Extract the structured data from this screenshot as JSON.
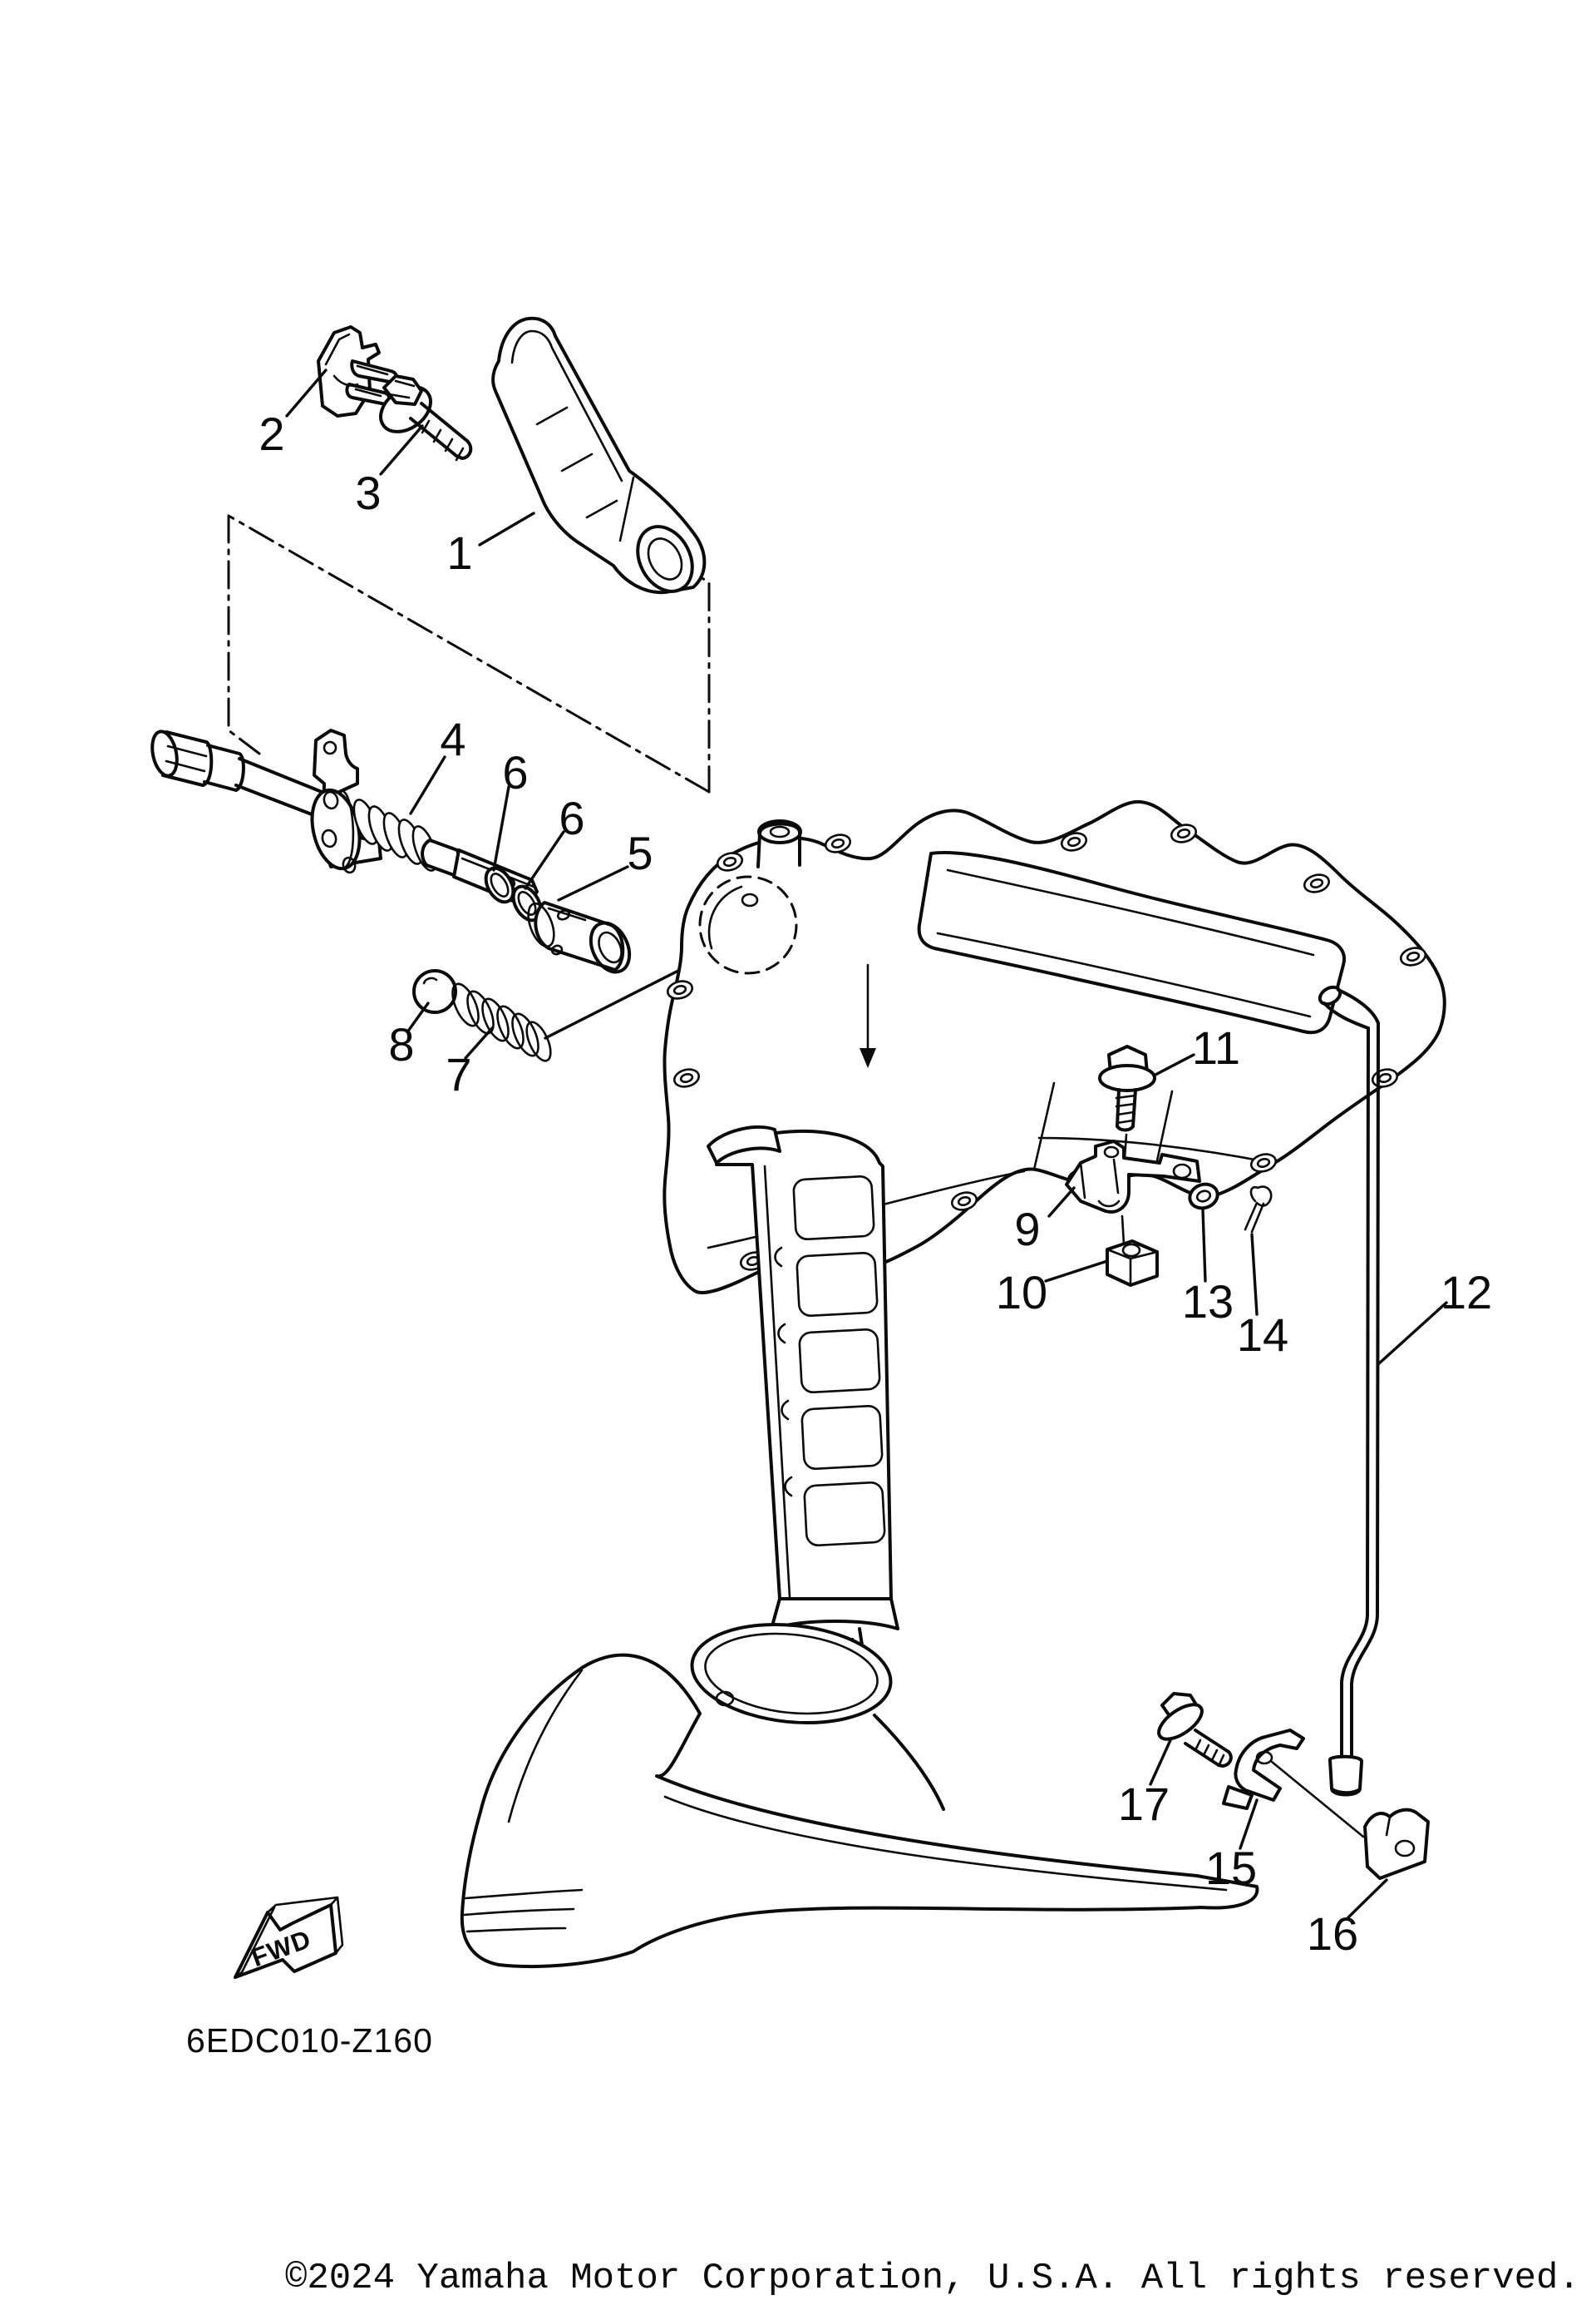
{
  "diagram": {
    "title_code": "6EDC010-Z160",
    "fwd_label": "FWD",
    "copyright": "©2024 Yamaha Motor Corporation, U.S.A. All rights reserved.",
    "line_color": "#0b0b0b",
    "background_color": "#ffffff",
    "callouts": [
      "1",
      "2",
      "3",
      "4",
      "5",
      "6",
      "6",
      "7",
      "8",
      "9",
      "10",
      "11",
      "12",
      "13",
      "14",
      "15",
      "16",
      "17"
    ]
  }
}
